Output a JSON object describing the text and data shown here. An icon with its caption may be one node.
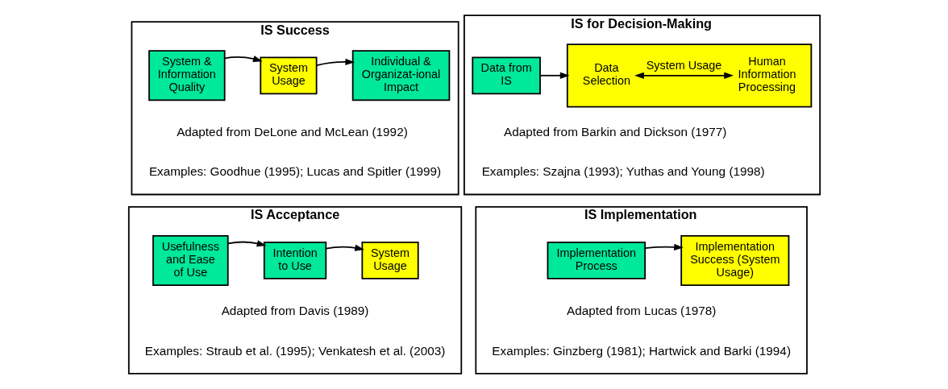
{
  "diagram": {
    "nodes": [
      {
        "text": [
          "IS Success",
          "Adapted from DeLone and McLean (1992)",
          "Examples: Goodhue (1995); Lucas and Spitler (1999)"
        ]
      },
      {
        "text": [
          "System & Information Quality"
        ],
        "in": 0
      },
      {
        "text": [
          "System Usage"
        ],
        "in": 0
      },
      {
        "text": [
          "Individual & Organizat-ional Impact"
        ],
        "in": 0
      },
      {
        "text": [
          "IS for Decision-Making",
          "Adapted from Barkin and Dickson (1977)",
          "Examples: Szajna (1993); Yuthas and Young (1998)"
        ]
      },
      {
        "text": [
          "Data from IS"
        ],
        "in": 4
      },
      {
        "text": [],
        "shape": "box",
        "in": 4
      },
      {
        "text": [
          "Data Selection"
        ],
        "in": 6
      },
      {
        "text": [
          "Human Information Processing"
        ],
        "in": 6
      },
      {
        "text": [
          "IS Acceptance",
          "Adapted from Davis (1989)",
          "Examples: Straub et al. (1995); Venkatesh et al. (2003)"
        ]
      },
      {
        "text": [
          "Usefulness and Ease of Use"
        ],
        "in": 9
      },
      {
        "text": [
          "Intention to Use"
        ],
        "in": 9
      },
      {
        "text": [
          "System Usage"
        ],
        "in": 9
      },
      {
        "text": [
          "IS Implementation",
          "Adapted from Lucas (1978)",
          "Examples: Ginzberg (1981); Hartwick and Barki (1994)"
        ]
      },
      {
        "text": [
          "Implementation Process"
        ],
        "in": 13
      },
      {
        "text": [
          "Implementation Success (System Usage)"
        ],
        "in": 13
      }
    ],
    "edges": [
      {
        "from": 1,
        "to": 2,
        "arrow": "to"
      },
      {
        "from": 2,
        "to": 3,
        "arrow": "to"
      },
      {
        "from": 5,
        "to": 6,
        "arrow": "to"
      },
      {
        "from": 7,
        "to": 8,
        "arrow": "both",
        "label": "System Usage"
      },
      {
        "from": 10,
        "to": 11,
        "arrow": "to"
      },
      {
        "from": 11,
        "to": 12,
        "arrow": "to"
      },
      {
        "from": 14,
        "to": 15,
        "arrow": "to"
      }
    ]
  }
}
